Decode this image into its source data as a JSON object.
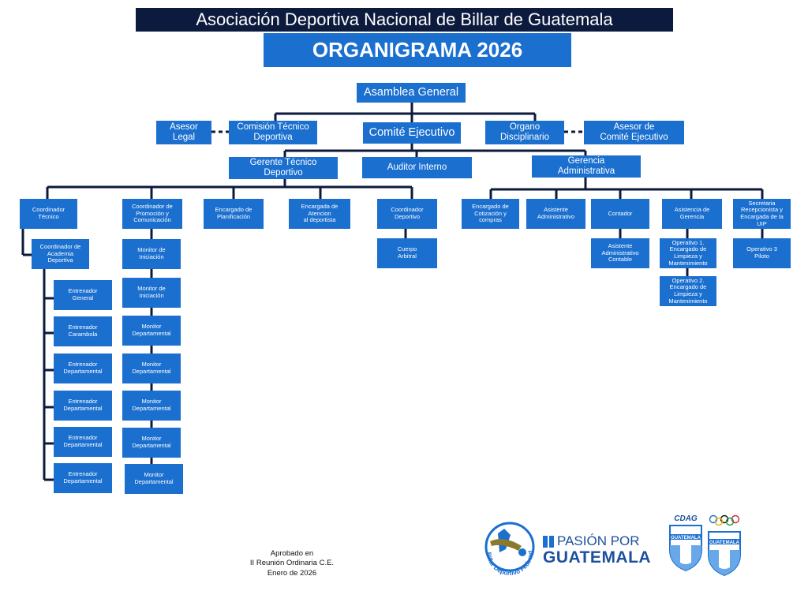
{
  "header": {
    "title": "Asociación Deportiva Nacional de Billar  de Guatemala",
    "subtitle": "ORGANIGRAMA 2026"
  },
  "org": {
    "asamblea": "Asamblea General",
    "asesor_legal": "Asesor\nLegal",
    "comision_tecnico": "Comisión Técnico\nDeportiva",
    "comite_ejecutivo": "Comité Ejecutivo",
    "organo_disciplinario": "Organo\nDisciplinario",
    "asesor_comite": "Asesor de\nComité Ejecutivo",
    "gerente_tecnico": "Gerente Técnico\nDeportivo",
    "auditor_interno": "Auditor Interno",
    "gerencia_admin": "Gerencia\nAdministrativa",
    "coordinador_tecnico": "Coordinador\nTécnico",
    "coordinador_academia": "Coordinador de\nAcademia\nDeportiva",
    "entrenadores": [
      "Entrenador\nGeneral",
      "Entrenador\nCarambola",
      "Entrenador\nDepartamental",
      "Entrenador\nDepartamental",
      "Entrenador\nDepartamental",
      "Entrenador\nDepartamental"
    ],
    "coordinador_promocion": "Coordinador de\nPromoción y\nComunicación",
    "monitores": [
      "Monitor de\nIniciación",
      "Monitor de\nIniciación",
      "Monitor\nDepartamental",
      "Monitor\nDepartamental",
      "Monitor\nDepartamental",
      "Monitor\nDepartamental",
      "Monitor\nDepartamental"
    ],
    "encargado_planificacion": "Encargado de\nPlanificación",
    "encargada_atencion": "Encargada de\nAtencion\nal deportista",
    "coordinador_deportivo": "Coordinador\nDeportivo",
    "cuerpo_arbitral": "Cuerpo\nArbitral",
    "encargado_cotizacion": "Encargado de\nCotización y\ncompras",
    "asistente_admin": "Asistente\nAdministrativo",
    "contador": "Contador",
    "asistente_contable": "Asistente\nAdministrativo\nContable",
    "asistencia_gerencia": "Asistencia de\nGerencia",
    "operativo_1": "Operativo 1.\nEncargado de\nLimpieza y\nMantenimiento",
    "operativo_2": "Operativo 2.\nEncargado de\nLimpieza y\nMantenimiento",
    "secretaria": "Secretaria\nRecepcionista y\nEncargada de la UIP",
    "operativo_3": "Operativo 3\nPiloto"
  },
  "footer": {
    "approval": "Aprobado en\nII Reunión Ordinaria C.E.\nEnero de 2026"
  },
  "logos": {
    "billar_text": "Billar Deportivo Federado",
    "pasion_line1": "PASIÓN POR",
    "pasion_line2": "GUATEMALA",
    "cdag": "CDAG",
    "shield_label": "GUATEMALA",
    "shield_label_2": "GUATEMALA"
  },
  "colors": {
    "box_blue": "#1a6fcf",
    "header_navy": "#0c1a3d",
    "connector": "#0c1a3d",
    "brand_blue": "#1d4f9e"
  }
}
